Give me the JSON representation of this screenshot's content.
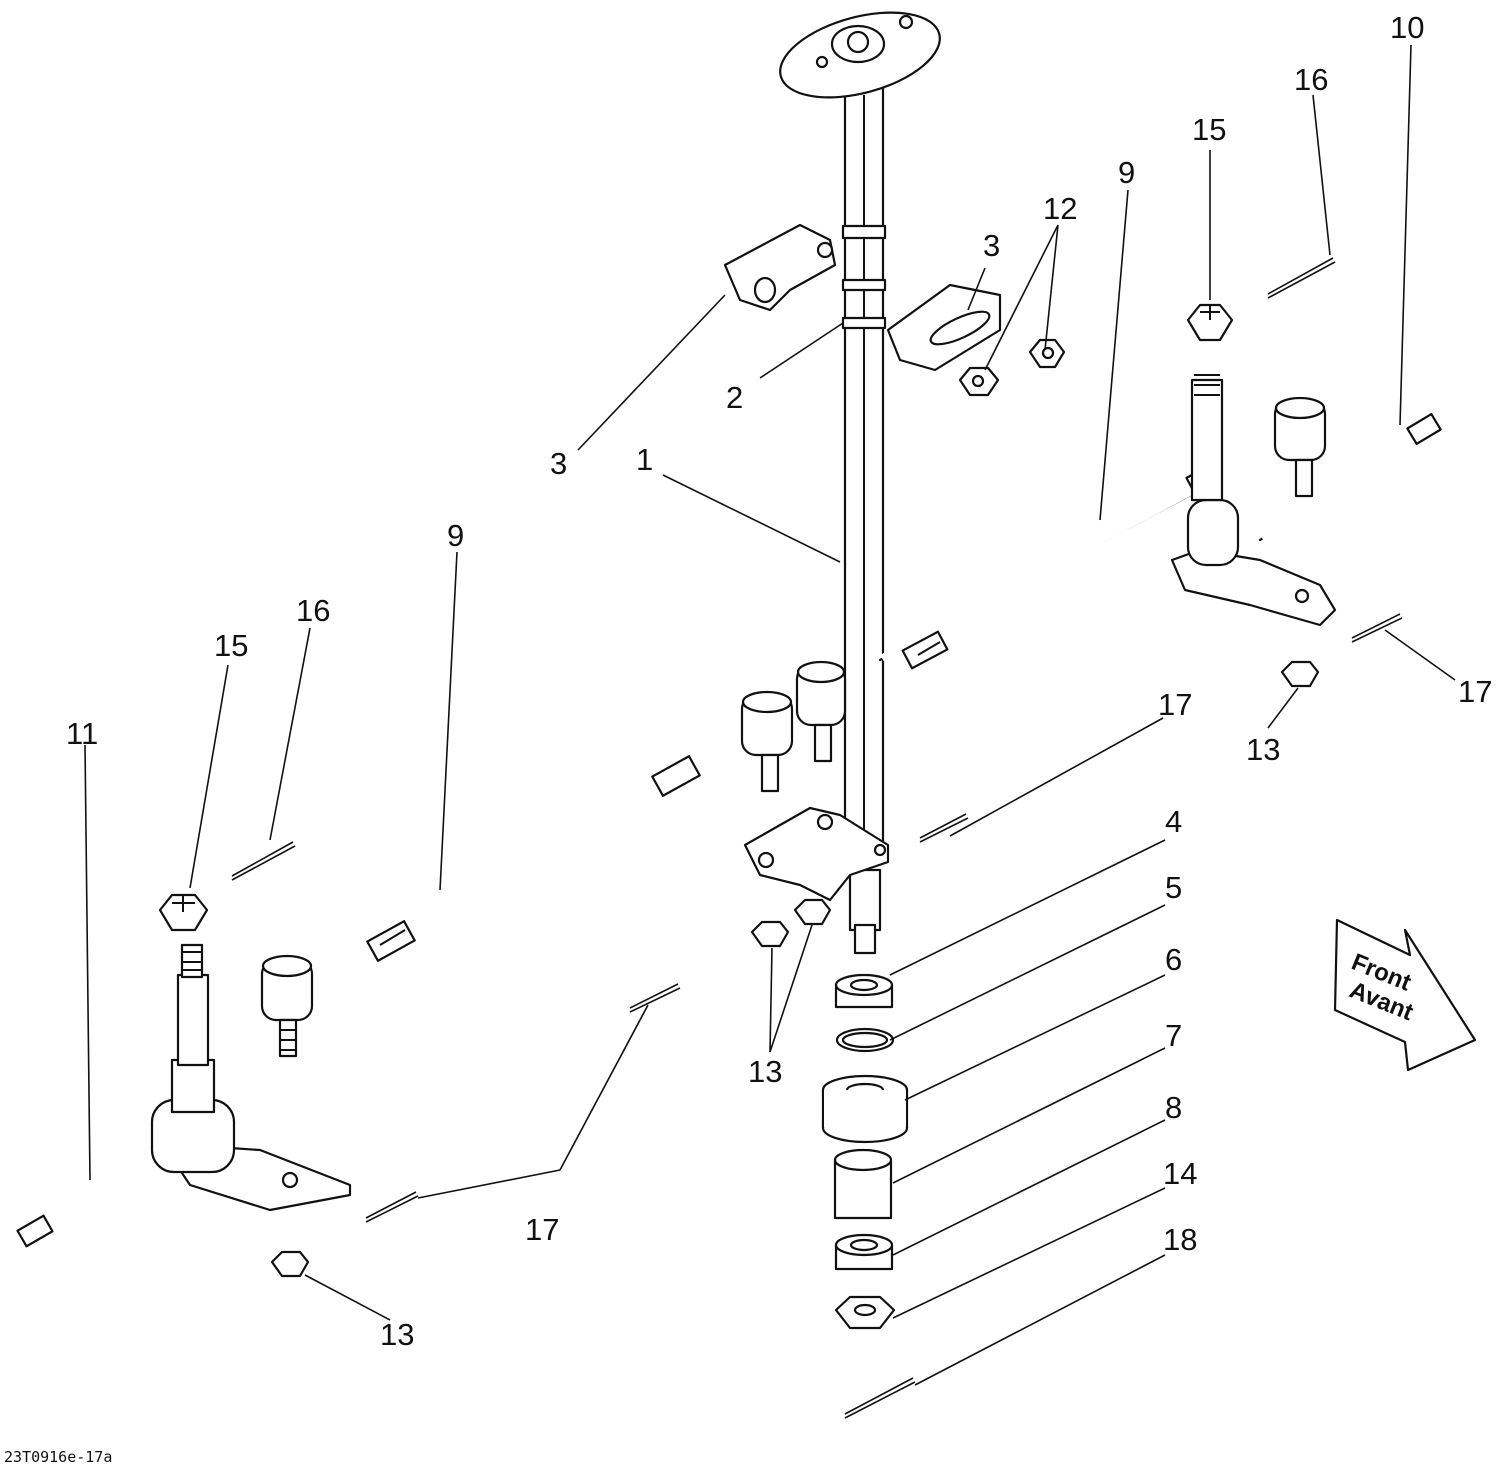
{
  "callouts": {
    "c1": "1",
    "c2": "2",
    "c3a": "3",
    "c3b": "3",
    "c4": "4",
    "c5": "5",
    "c6": "6",
    "c7": "7",
    "c8": "8",
    "c9a": "9",
    "c9b": "9",
    "c10": "10",
    "c11": "11",
    "c12": "12",
    "c13a": "13",
    "c13b": "13",
    "c13c": "13",
    "c14": "14",
    "c15a": "15",
    "c15b": "15",
    "c16a": "16",
    "c16b": "16",
    "c17a": "17",
    "c17b": "17",
    "c17c": "17",
    "c18": "18"
  },
  "direction_arrow": {
    "line1": "Front",
    "line2": "Avant"
  },
  "figure_ref": "23T0916e-17a"
}
